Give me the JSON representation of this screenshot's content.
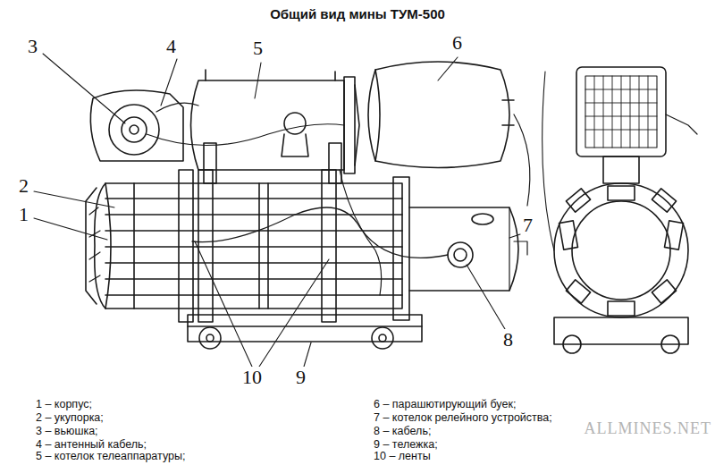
{
  "diagram": {
    "title": "Общий вид мины ТУМ-500",
    "labels": [
      "3",
      "4",
      "5",
      "6",
      "2",
      "1",
      "7",
      "8",
      "10",
      "9",
      "1 – корпус;",
      "2 – укупорка;",
      "3 – вьюшка;",
      "4 – антенный кабель;",
      "5 – котелок телеаппаратуры;",
      "6 – парашютирующий буек;",
      "7 – котелок релейного устройства;",
      "8 – кабель;",
      "9 – тележка;",
      "10 – ленты",
      "ALLMINES.NET"
    ]
  }
}
